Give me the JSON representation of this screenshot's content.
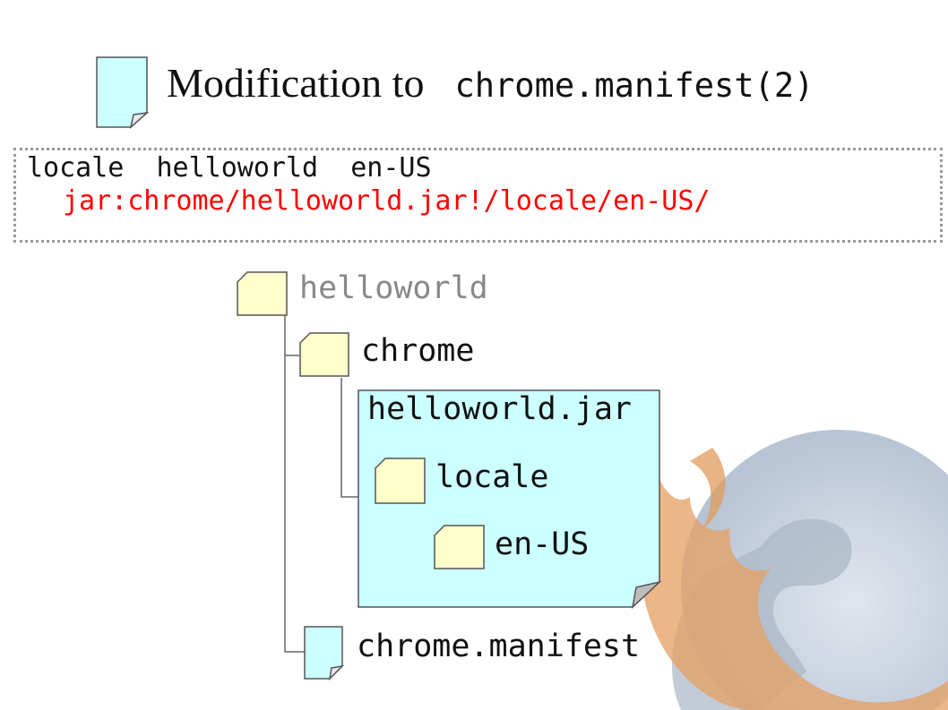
{
  "slide": {
    "title_serif": "Modification to",
    "title_mono": "chrome.manifest(2)"
  },
  "code": {
    "line1": "locale  helloworld  en-US",
    "line2": "jar:chrome/helloworld.jar!/locale/en-US/"
  },
  "tree": {
    "root": "helloworld",
    "chrome": "chrome",
    "jar": "helloworld.jar",
    "locale": "locale",
    "en_us": "en-US",
    "manifest": "chrome.manifest"
  },
  "colors": {
    "folder_fill": "#ffffcc",
    "file_fill": "#ccffff",
    "jar_fill": "#ccffff",
    "highlight_text": "#ff0000",
    "dim_text": "#888888"
  },
  "icons": {
    "title_icon": "document-icon",
    "root": "folder-icon",
    "chrome": "folder-icon",
    "locale": "folder-icon",
    "en_us": "folder-icon",
    "manifest": "file-icon",
    "background": "firefox-logo-icon"
  }
}
